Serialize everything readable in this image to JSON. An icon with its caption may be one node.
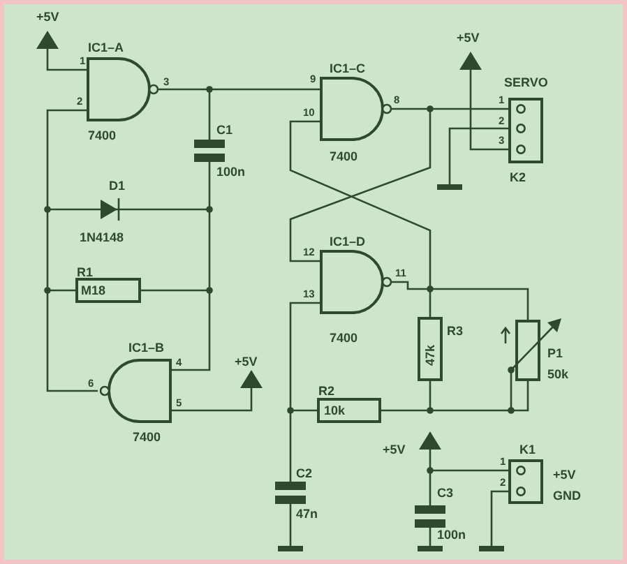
{
  "diagram": {
    "labels": [
      "+5V",
      "IC1–A",
      "1",
      "3",
      "+5V",
      "IC1–C",
      "SERVO",
      "9",
      "2",
      "1",
      "8",
      "10",
      "2",
      "C1",
      "7400",
      "3",
      "7400",
      "K2",
      "100n",
      "D1",
      "1N4148",
      "IC1–D",
      "R1",
      "12",
      "11",
      "M18",
      "13",
      "7400",
      "R3",
      "P1",
      "IC1–B",
      "+5V",
      "47k",
      "4",
      "50k",
      "6",
      "5",
      "R2",
      "10k",
      "7400",
      "+5V",
      "K1",
      "C2",
      "1",
      "+5V",
      "C3",
      "2",
      "GND",
      "47n",
      "100n"
    ]
  }
}
